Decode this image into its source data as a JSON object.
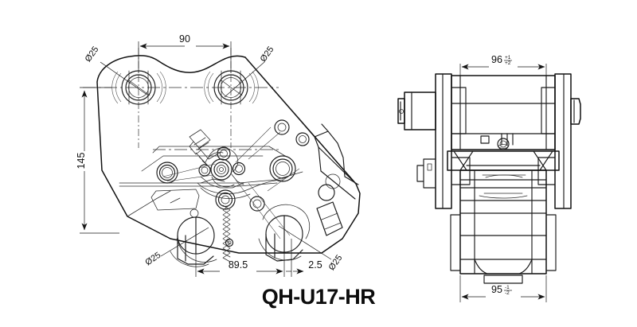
{
  "drawing": {
    "title": "QH-U17-HR",
    "background_color": "#ffffff",
    "line_color": "#111111",
    "views": [
      {
        "id": "front-view",
        "name": "front-elevation"
      },
      {
        "id": "side-view",
        "name": "side-elevation"
      }
    ]
  },
  "dimensions": {
    "front": {
      "top_width": "90",
      "height": "145",
      "bottom_left": "89.5",
      "bottom_right": "2.5",
      "pin_top_left": "Ø25",
      "pin_top_right": "Ø25",
      "pin_bottom_left": "Ø25",
      "pin_bottom_right": "Ø25"
    },
    "side": {
      "top_width": "96",
      "top_tol_upper": "+1",
      "top_tol_lower": "+2",
      "bottom_width": "95",
      "bottom_tol_upper": "-1",
      "bottom_tol_lower": "-2"
    }
  }
}
